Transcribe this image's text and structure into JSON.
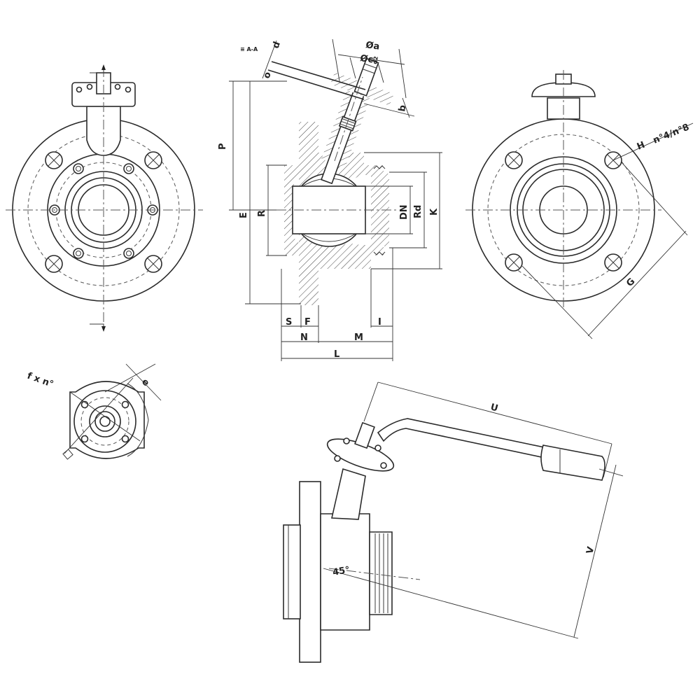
{
  "labels": {
    "P": "P",
    "E": "E",
    "R": "R",
    "DN": "DN",
    "Rd": "Rd",
    "K": "K",
    "S": "S",
    "F": "F",
    "N": "N",
    "M": "M",
    "L": "L",
    "I": "I",
    "a": "Øa",
    "c": "Øc",
    "c_sub": "d2",
    "b": "b",
    "d": "d",
    "o": "o",
    "tiny": "≡ A-A",
    "H": "H",
    "n4n8": "n°4/n°8",
    "G": "G",
    "e": "e",
    "fxn": "f x n°",
    "U": "U",
    "V": "V",
    "angle": "45°"
  },
  "colors": {
    "line": "#2b2b2b",
    "background": "#ffffff"
  }
}
